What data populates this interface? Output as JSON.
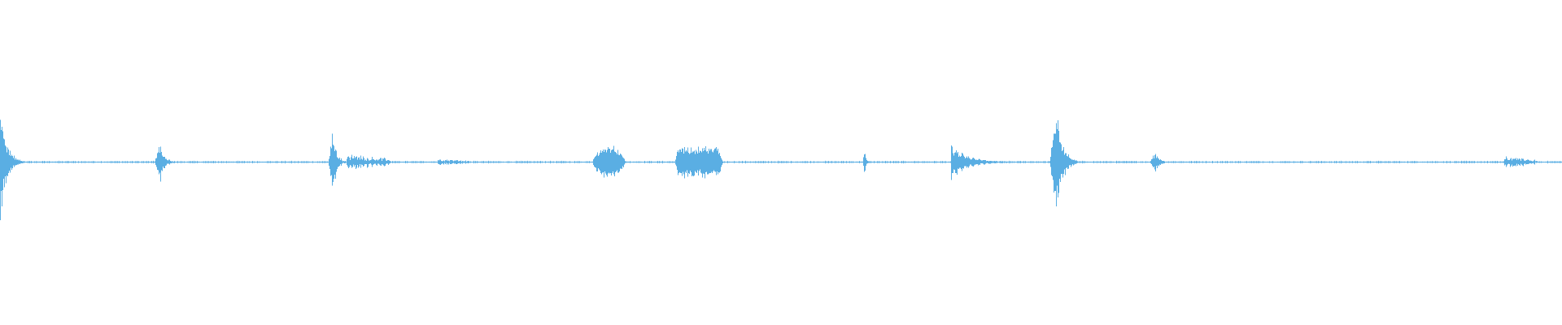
{
  "waveform": {
    "color": "#5aaee3",
    "background": "#ffffff",
    "duration_fraction_axis": [
      0,
      1
    ],
    "amplitude_axis": [
      -1,
      1
    ],
    "segments": [
      {
        "name": "burst-1",
        "start": 0.0,
        "end": 0.016,
        "peak": 0.52,
        "shape": "decay"
      },
      {
        "name": "burst-2",
        "start": 0.099,
        "end": 0.112,
        "peak": 0.2,
        "shape": "spike"
      },
      {
        "name": "burst-3",
        "start": 0.21,
        "end": 0.222,
        "peak": 0.28,
        "shape": "spike"
      },
      {
        "name": "burst-3b",
        "start": 0.222,
        "end": 0.25,
        "peak": 0.07,
        "shape": "tail"
      },
      {
        "name": "burst-3c",
        "start": 0.28,
        "end": 0.3,
        "peak": 0.03,
        "shape": "tail"
      },
      {
        "name": "burst-4",
        "start": 0.379,
        "end": 0.401,
        "peak": 0.14,
        "shape": "blob"
      },
      {
        "name": "burst-5",
        "start": 0.432,
        "end": 0.463,
        "peak": 0.13,
        "shape": "block"
      },
      {
        "name": "burst-6",
        "start": 0.552,
        "end": 0.557,
        "peak": 0.12,
        "shape": "spike"
      },
      {
        "name": "burst-7",
        "start": 0.609,
        "end": 0.654,
        "peak": 0.14,
        "shape": "decay"
      },
      {
        "name": "burst-8",
        "start": 0.672,
        "end": 0.69,
        "peak": 0.52,
        "shape": "spike"
      },
      {
        "name": "burst-9",
        "start": 0.736,
        "end": 0.749,
        "peak": 0.1,
        "shape": "spike"
      },
      {
        "name": "burst-10",
        "start": 0.963,
        "end": 0.984,
        "peak": 0.05,
        "shape": "tail"
      }
    ],
    "noise_floor": 0.008
  }
}
